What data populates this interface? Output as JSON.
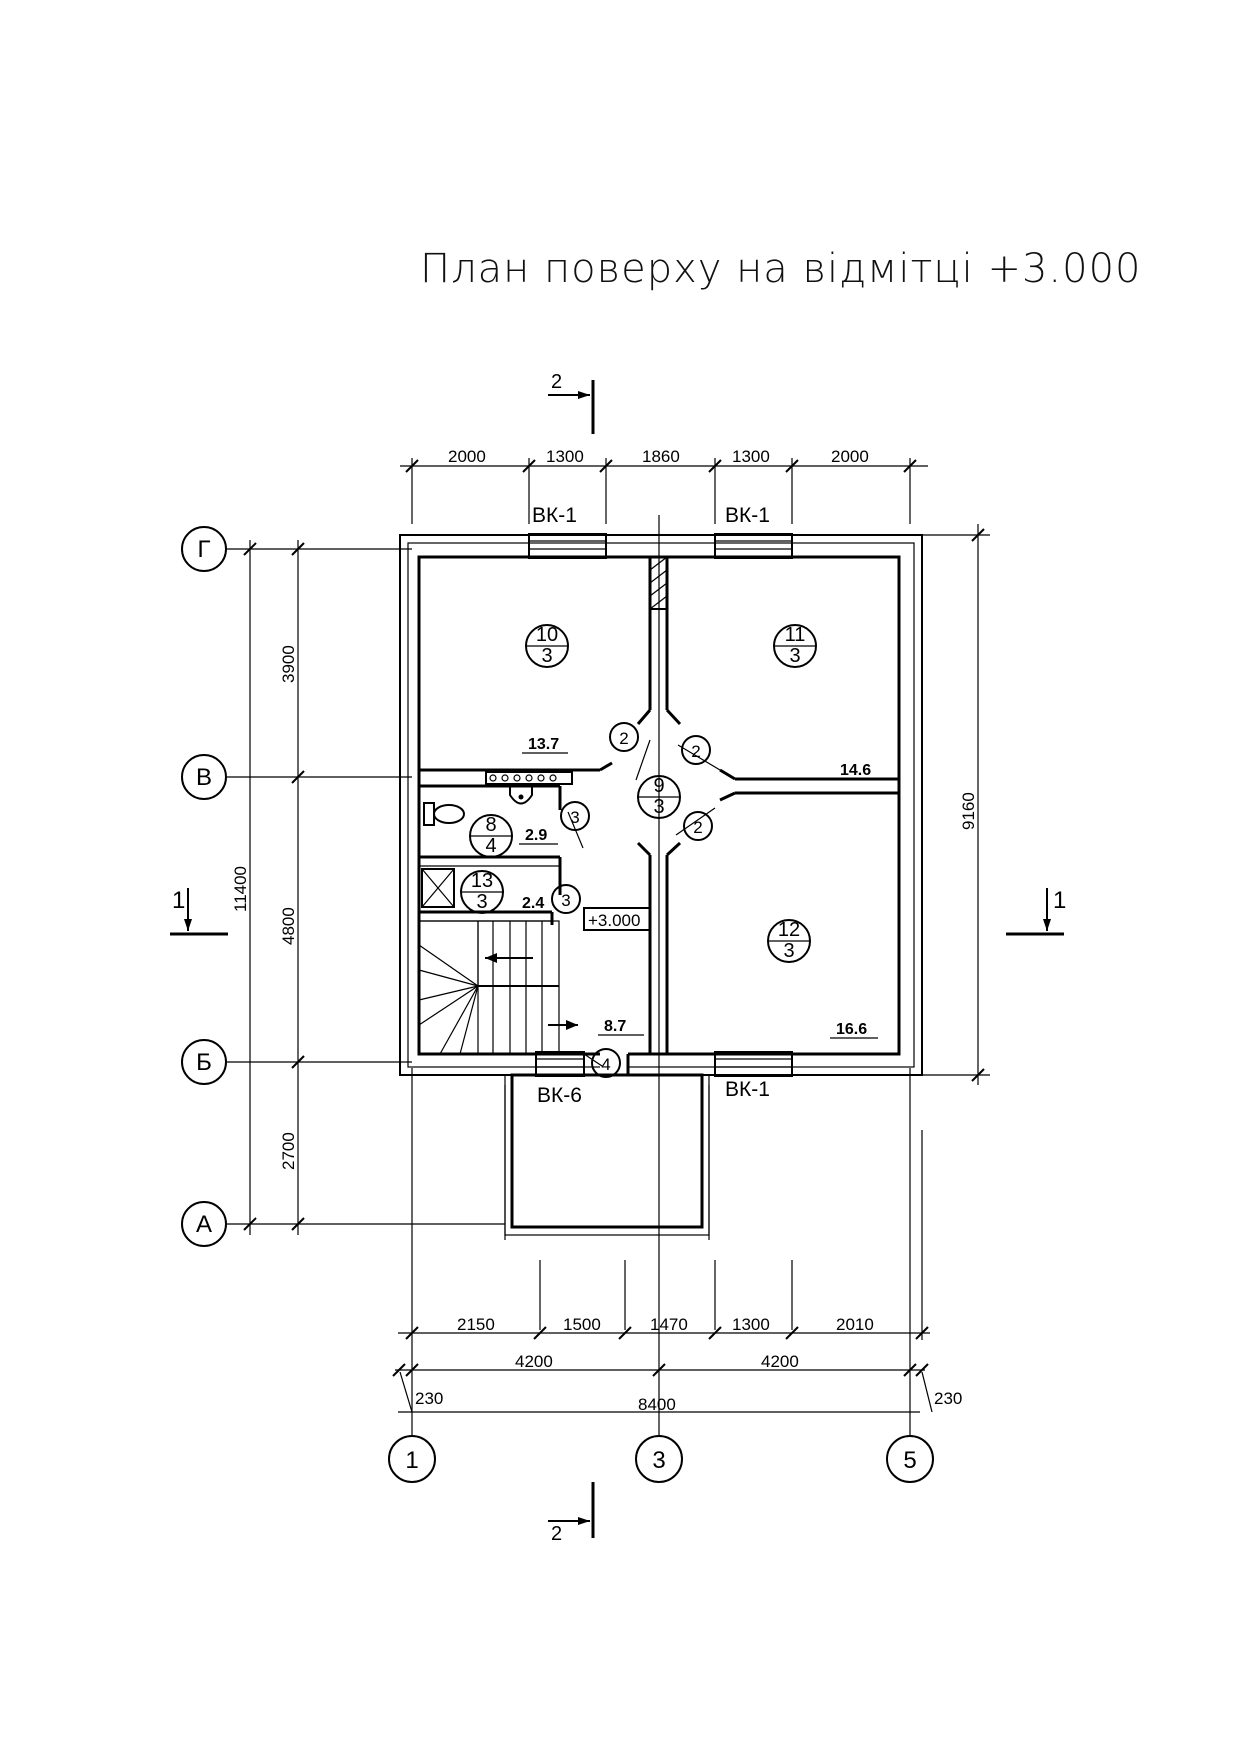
{
  "title": "План поверху на відмітці +3.000",
  "section_marks": {
    "top": "2",
    "bottom": "2",
    "left": "1",
    "right": "1"
  },
  "top_dimensions": [
    "2000",
    "1300",
    "1860",
    "1300",
    "2000"
  ],
  "bottom_dimensions_row1": [
    "2150",
    "1500",
    "1470",
    "1300",
    "2010"
  ],
  "bottom_dimensions_row2": [
    "4200",
    "4200"
  ],
  "bottom_overall": {
    "total": "8400",
    "left_offset": "230",
    "right_offset": "230"
  },
  "left_dimensions": {
    "overall": "11400",
    "segments": [
      "3900",
      "4800",
      "2700"
    ]
  },
  "right_dimension": "9160",
  "axes": {
    "rows": [
      "Г",
      "В",
      "Б",
      "А"
    ],
    "columns": [
      "1",
      "3",
      "5"
    ]
  },
  "windows": {
    "top_left": "ВК-1",
    "top_right": "ВК-1",
    "bottom_door": "ВК-6",
    "bottom_right": "ВК-1"
  },
  "rooms": [
    {
      "number": "10",
      "class": "3",
      "area": "13.7"
    },
    {
      "number": "11",
      "class": "3",
      "area": "14.6"
    },
    {
      "number": "9",
      "class": "3",
      "area": "8.7"
    },
    {
      "number": "8",
      "class": "4",
      "area": "2.9"
    },
    {
      "number": "13",
      "class": "3",
      "area": "2.4"
    },
    {
      "number": "12",
      "class": "3",
      "area": "16.6"
    }
  ],
  "door_marks": [
    "2",
    "2",
    "2",
    "3",
    "3",
    "4"
  ],
  "level_mark": "+3.000"
}
